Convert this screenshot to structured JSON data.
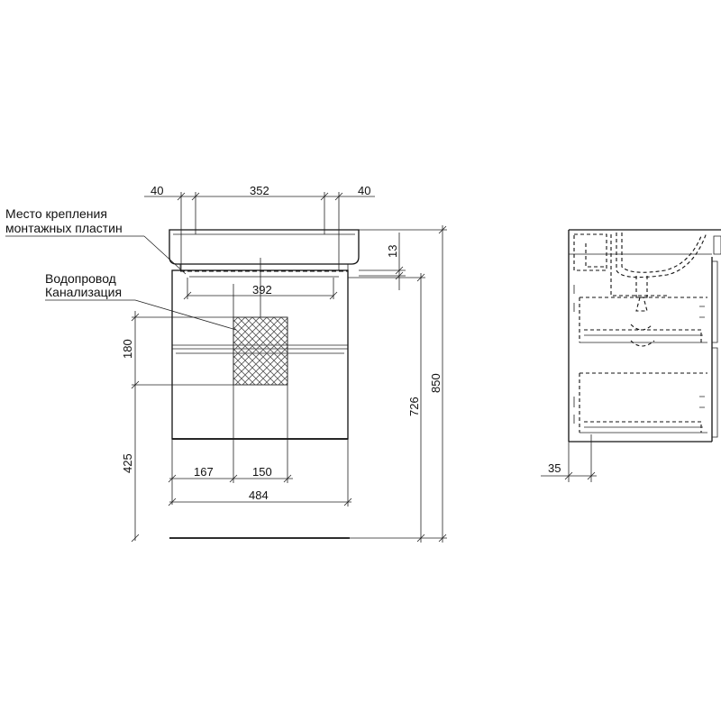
{
  "front_view": {
    "labels": {
      "mount_line1": "Место крепления",
      "mount_line2": "монтажных пластин",
      "pipe_line1": "Водопровод",
      "pipe_line2": "Канализация"
    },
    "dims": {
      "d40_left": "40",
      "d352": "352",
      "d40_right": "40",
      "d13": "13",
      "d392": "392",
      "d180": "180",
      "d425": "425",
      "d726": "726",
      "d850": "850",
      "d167": "167",
      "d150": "150",
      "d484": "484"
    }
  },
  "side_view": {
    "dims": {
      "d35": "35"
    }
  }
}
